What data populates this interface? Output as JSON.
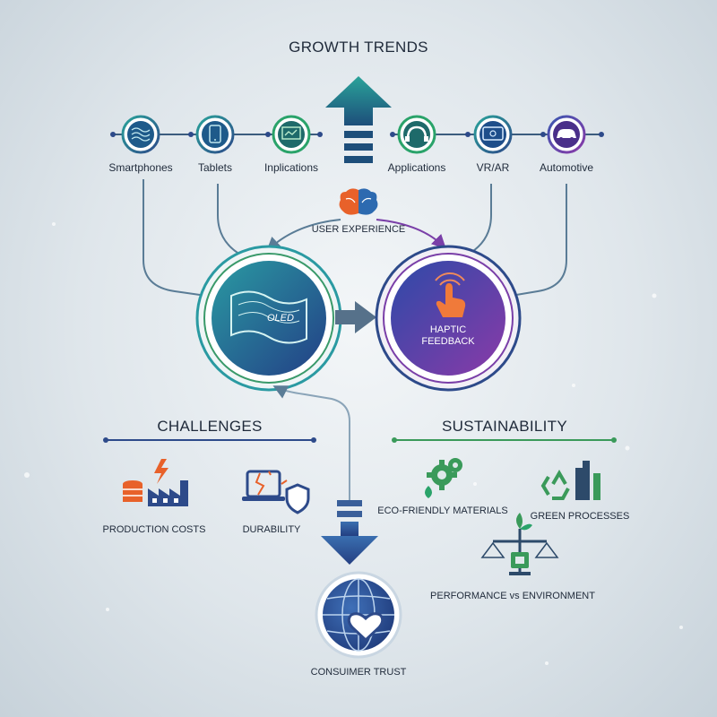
{
  "title": "GROWTH TRENDS",
  "applications_left": [
    {
      "label": "Smartphones",
      "icon": "wave-display-icon"
    },
    {
      "label": "Tablets",
      "icon": "tablet-icon"
    },
    {
      "label": "Inplications",
      "icon": "monitor-chart-icon"
    }
  ],
  "applications_right": [
    {
      "label": "Applications",
      "icon": "headset-icon"
    },
    {
      "label": "VR/AR",
      "icon": "vr-screen-icon"
    },
    {
      "label": "Automotive",
      "icon": "car-icon"
    }
  ],
  "user_experience": {
    "label": "USER EXPERIENCE",
    "icon": "brain-icon"
  },
  "core": {
    "left": {
      "label": "OLED",
      "icon": "flexible-display-icon"
    },
    "right": {
      "line1": "HAPTIC",
      "line2": "FEEDBACK",
      "icon": "touch-hand-icon"
    }
  },
  "challenges": {
    "title": "CHALLENGES",
    "items": [
      {
        "label": "PRODUCTION COSTS",
        "icon": "factory-coins-icon"
      },
      {
        "label": "DURABILITY",
        "icon": "cracked-screen-shield-icon"
      }
    ]
  },
  "sustainability": {
    "title": "SUSTAINABILITY",
    "items": [
      {
        "label": "ECO-FRIENDLY MATERIALS",
        "icon": "gears-icon"
      },
      {
        "label": "GREEN PROCESSES",
        "icon": "recycle-factory-icon"
      },
      {
        "label": "PERFORMANCE vs ENVIRONMENT",
        "icon": "balance-scale-icon"
      }
    ]
  },
  "consumer_trust": {
    "label": "CONSUIMER TRUST",
    "icon": "globe-heart-icon"
  },
  "colors": {
    "teal": "#1e7f8c",
    "navy": "#2d4a8a",
    "green": "#3a9a5a",
    "purple": "#7a3fa8",
    "orange": "#e8612a"
  }
}
